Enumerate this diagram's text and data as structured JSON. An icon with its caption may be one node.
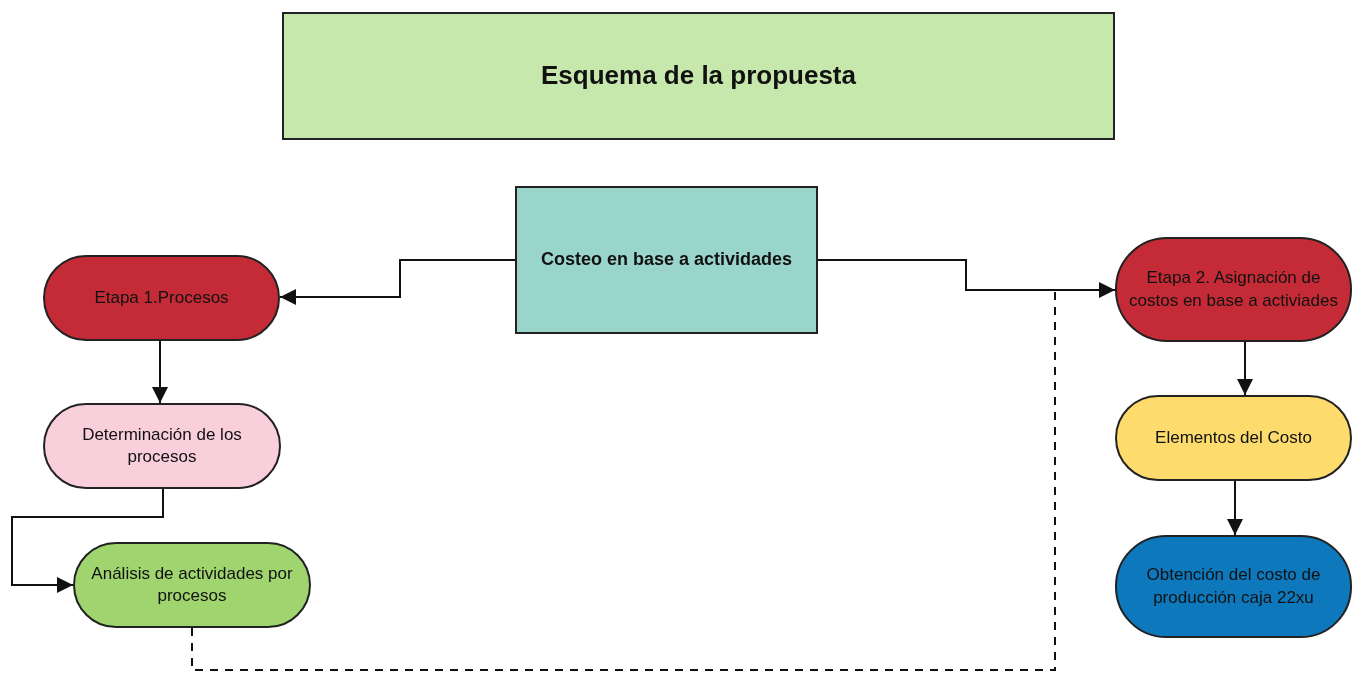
{
  "diagram": {
    "nodes": [
      {
        "text": [
          "Esquema de la propuesta"
        ]
      },
      {
        "text": [
          "Costeo en base a actividades"
        ]
      },
      {
        "text": [
          "Etapa 1.Procesos"
        ]
      },
      {
        "text": [
          "Determinación de los procesos"
        ]
      },
      {
        "text": [
          "Análisis de actividades por procesos"
        ]
      },
      {
        "text": [
          "Etapa 2. Asignación de costos en base a activiades"
        ]
      },
      {
        "text": [
          "Elementos del Costo"
        ]
      },
      {
        "text": [
          "Obtención del costo de producción caja 22xu"
        ]
      }
    ],
    "edges": [
      {
        "from": 1,
        "to": 2,
        "arrow": "to"
      },
      {
        "from": 1,
        "to": 5,
        "arrow": "to"
      },
      {
        "from": 2,
        "to": 3,
        "arrow": "to"
      },
      {
        "from": 3,
        "to": 4,
        "arrow": "to"
      },
      {
        "from": 5,
        "to": 6,
        "arrow": "to"
      },
      {
        "from": 6,
        "to": 7,
        "arrow": "to"
      },
      {
        "from": 4,
        "to": null,
        "arrow": "none",
        "style": "dashed"
      }
    ]
  }
}
